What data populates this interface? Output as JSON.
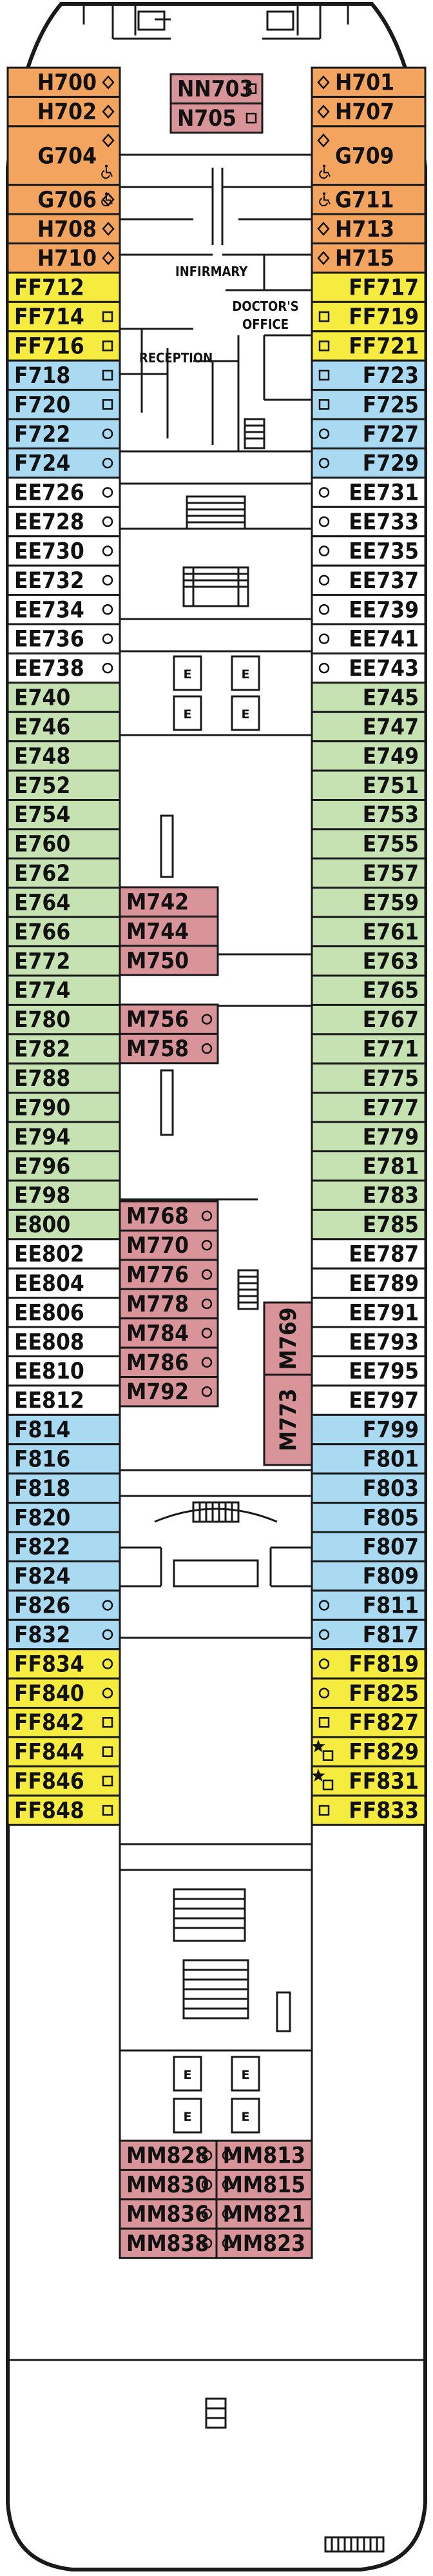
{
  "colors": {
    "orange": "#F3A45E",
    "yellow": "#F6EC3F",
    "blue": "#A9DAF2",
    "white": "#FFFFFF",
    "green": "#C6E2B3",
    "pink": "#D9949A",
    "line": "#1A1A1A"
  },
  "rooms": {
    "infirmary": "INFIRMARY",
    "doctors_office_line1": "DOCTOR'S",
    "doctors_office_line2": "OFFICE",
    "reception": "RECEPTION"
  },
  "elevator_label": "E",
  "cabins": {
    "left": [
      {
        "label": "H700",
        "cat": "orange",
        "icons": [
          "diamond"
        ],
        "rows": 1
      },
      {
        "label": "H702",
        "cat": "orange",
        "icons": [
          "diamond"
        ],
        "rows": 1
      },
      {
        "label": "G704",
        "cat": "orange",
        "icons": [
          "diamond",
          "wheelchair"
        ],
        "rows": 2
      },
      {
        "label": "G706",
        "cat": "orange",
        "icons": [
          "diamond",
          "wheelchair"
        ],
        "rows": 1
      },
      {
        "label": "H708",
        "cat": "orange",
        "icons": [
          "diamond"
        ],
        "rows": 1
      },
      {
        "label": "H710",
        "cat": "orange",
        "icons": [
          "diamond"
        ],
        "rows": 1
      },
      {
        "label": "FF712",
        "cat": "yellow",
        "icons": [],
        "rows": 1
      },
      {
        "label": "FF714",
        "cat": "yellow",
        "icons": [
          "square"
        ],
        "rows": 1
      },
      {
        "label": "FF716",
        "cat": "yellow",
        "icons": [
          "square"
        ],
        "rows": 1
      },
      {
        "label": "F718",
        "cat": "blue",
        "icons": [
          "square"
        ],
        "rows": 1
      },
      {
        "label": "F720",
        "cat": "blue",
        "icons": [
          "square"
        ],
        "rows": 1
      },
      {
        "label": "F722",
        "cat": "blue",
        "icons": [
          "circle"
        ],
        "rows": 1
      },
      {
        "label": "F724",
        "cat": "blue",
        "icons": [
          "circle"
        ],
        "rows": 1
      },
      {
        "label": "EE726",
        "cat": "white",
        "icons": [
          "circle"
        ],
        "rows": 1
      },
      {
        "label": "EE728",
        "cat": "white",
        "icons": [
          "circle"
        ],
        "rows": 1
      },
      {
        "label": "EE730",
        "cat": "white",
        "icons": [
          "circle"
        ],
        "rows": 1
      },
      {
        "label": "EE732",
        "cat": "white",
        "icons": [
          "circle"
        ],
        "rows": 1
      },
      {
        "label": "EE734",
        "cat": "white",
        "icons": [
          "circle"
        ],
        "rows": 1
      },
      {
        "label": "EE736",
        "cat": "white",
        "icons": [
          "circle"
        ],
        "rows": 1
      },
      {
        "label": "EE738",
        "cat": "white",
        "icons": [
          "circle"
        ],
        "rows": 1
      },
      {
        "label": "E740",
        "cat": "green",
        "icons": [],
        "rows": 1
      },
      {
        "label": "E746",
        "cat": "green",
        "icons": [],
        "rows": 1
      },
      {
        "label": "E748",
        "cat": "green",
        "icons": [],
        "rows": 1
      },
      {
        "label": "E752",
        "cat": "green",
        "icons": [],
        "rows": 1
      },
      {
        "label": "E754",
        "cat": "green",
        "icons": [],
        "rows": 1
      },
      {
        "label": "E760",
        "cat": "green",
        "icons": [],
        "rows": 1
      },
      {
        "label": "E762",
        "cat": "green",
        "icons": [],
        "rows": 1
      },
      {
        "label": "E764",
        "cat": "green",
        "icons": [],
        "rows": 1
      },
      {
        "label": "E766",
        "cat": "green",
        "icons": [],
        "rows": 1
      },
      {
        "label": "E772",
        "cat": "green",
        "icons": [],
        "rows": 1
      },
      {
        "label": "E774",
        "cat": "green",
        "icons": [],
        "rows": 1
      },
      {
        "label": "E780",
        "cat": "green",
        "icons": [],
        "rows": 1
      },
      {
        "label": "E782",
        "cat": "green",
        "icons": [],
        "rows": 1
      },
      {
        "label": "E788",
        "cat": "green",
        "icons": [],
        "rows": 1
      },
      {
        "label": "E790",
        "cat": "green",
        "icons": [],
        "rows": 1
      },
      {
        "label": "E794",
        "cat": "green",
        "icons": [],
        "rows": 1
      },
      {
        "label": "E796",
        "cat": "green",
        "icons": [],
        "rows": 1
      },
      {
        "label": "E798",
        "cat": "green",
        "icons": [],
        "rows": 1
      },
      {
        "label": "E800",
        "cat": "green",
        "icons": [],
        "rows": 1
      },
      {
        "label": "EE802",
        "cat": "white",
        "icons": [],
        "rows": 1
      },
      {
        "label": "EE804",
        "cat": "white",
        "icons": [],
        "rows": 1
      },
      {
        "label": "EE806",
        "cat": "white",
        "icons": [],
        "rows": 1
      },
      {
        "label": "EE808",
        "cat": "white",
        "icons": [],
        "rows": 1
      },
      {
        "label": "EE810",
        "cat": "white",
        "icons": [],
        "rows": 1
      },
      {
        "label": "EE812",
        "cat": "white",
        "icons": [],
        "rows": 1
      },
      {
        "label": "F814",
        "cat": "blue",
        "icons": [],
        "rows": 1
      },
      {
        "label": "F816",
        "cat": "blue",
        "icons": [],
        "rows": 1
      },
      {
        "label": "F818",
        "cat": "blue",
        "icons": [],
        "rows": 1
      },
      {
        "label": "F820",
        "cat": "blue",
        "icons": [],
        "rows": 1
      },
      {
        "label": "F822",
        "cat": "blue",
        "icons": [],
        "rows": 1
      },
      {
        "label": "F824",
        "cat": "blue",
        "icons": [],
        "rows": 1
      },
      {
        "label": "F826",
        "cat": "blue",
        "icons": [
          "circle"
        ],
        "rows": 1
      },
      {
        "label": "F832",
        "cat": "blue",
        "icons": [
          "circle"
        ],
        "rows": 1
      },
      {
        "label": "FF834",
        "cat": "yellow",
        "icons": [
          "circle"
        ],
        "rows": 1
      },
      {
        "label": "FF840",
        "cat": "yellow",
        "icons": [
          "circle"
        ],
        "rows": 1
      },
      {
        "label": "FF842",
        "cat": "yellow",
        "icons": [
          "square"
        ],
        "rows": 1
      },
      {
        "label": "FF844",
        "cat": "yellow",
        "icons": [
          "square"
        ],
        "rows": 1
      },
      {
        "label": "FF846",
        "cat": "yellow",
        "icons": [
          "square"
        ],
        "rows": 1
      },
      {
        "label": "FF848",
        "cat": "yellow",
        "icons": [
          "square"
        ],
        "rows": 1
      }
    ],
    "right": [
      {
        "label": "H701",
        "cat": "orange",
        "icons": [
          "diamond"
        ],
        "rows": 1
      },
      {
        "label": "H707",
        "cat": "orange",
        "icons": [
          "diamond"
        ],
        "rows": 1
      },
      {
        "label": "G709",
        "cat": "orange",
        "icons": [
          "diamond",
          "wheelchair"
        ],
        "rows": 2
      },
      {
        "label": "G711",
        "cat": "orange",
        "icons": [
          "wheelchair"
        ],
        "rows": 1
      },
      {
        "label": "H713",
        "cat": "orange",
        "icons": [
          "diamond"
        ],
        "rows": 1
      },
      {
        "label": "H715",
        "cat": "orange",
        "icons": [
          "diamond"
        ],
        "rows": 1
      },
      {
        "label": "FF717",
        "cat": "yellow",
        "icons": [],
        "rows": 1
      },
      {
        "label": "FF719",
        "cat": "yellow",
        "icons": [
          "square"
        ],
        "rows": 1
      },
      {
        "label": "FF721",
        "cat": "yellow",
        "icons": [
          "square"
        ],
        "rows": 1
      },
      {
        "label": "F723",
        "cat": "blue",
        "icons": [
          "square"
        ],
        "rows": 1
      },
      {
        "label": "F725",
        "cat": "blue",
        "icons": [
          "square"
        ],
        "rows": 1
      },
      {
        "label": "F727",
        "cat": "blue",
        "icons": [
          "circle"
        ],
        "rows": 1
      },
      {
        "label": "F729",
        "cat": "blue",
        "icons": [
          "circle"
        ],
        "rows": 1
      },
      {
        "label": "EE731",
        "cat": "white",
        "icons": [
          "circle"
        ],
        "rows": 1
      },
      {
        "label": "EE733",
        "cat": "white",
        "icons": [
          "circle"
        ],
        "rows": 1
      },
      {
        "label": "EE735",
        "cat": "white",
        "icons": [
          "circle"
        ],
        "rows": 1
      },
      {
        "label": "EE737",
        "cat": "white",
        "icons": [
          "circle"
        ],
        "rows": 1
      },
      {
        "label": "EE739",
        "cat": "white",
        "icons": [
          "circle"
        ],
        "rows": 1
      },
      {
        "label": "EE741",
        "cat": "white",
        "icons": [
          "circle"
        ],
        "rows": 1
      },
      {
        "label": "EE743",
        "cat": "white",
        "icons": [
          "circle"
        ],
        "rows": 1
      },
      {
        "label": "E745",
        "cat": "green",
        "icons": [],
        "rows": 1
      },
      {
        "label": "E747",
        "cat": "green",
        "icons": [],
        "rows": 1
      },
      {
        "label": "E749",
        "cat": "green",
        "icons": [],
        "rows": 1
      },
      {
        "label": "E751",
        "cat": "green",
        "icons": [],
        "rows": 1
      },
      {
        "label": "E753",
        "cat": "green",
        "icons": [],
        "rows": 1
      },
      {
        "label": "E755",
        "cat": "green",
        "icons": [],
        "rows": 1
      },
      {
        "label": "E757",
        "cat": "green",
        "icons": [],
        "rows": 1
      },
      {
        "label": "E759",
        "cat": "green",
        "icons": [],
        "rows": 1
      },
      {
        "label": "E761",
        "cat": "green",
        "icons": [],
        "rows": 1
      },
      {
        "label": "E763",
        "cat": "green",
        "icons": [],
        "rows": 1
      },
      {
        "label": "E765",
        "cat": "green",
        "icons": [],
        "rows": 1
      },
      {
        "label": "E767",
        "cat": "green",
        "icons": [],
        "rows": 1
      },
      {
        "label": "E771",
        "cat": "green",
        "icons": [],
        "rows": 1
      },
      {
        "label": "E775",
        "cat": "green",
        "icons": [],
        "rows": 1
      },
      {
        "label": "E777",
        "cat": "green",
        "icons": [],
        "rows": 1
      },
      {
        "label": "E779",
        "cat": "green",
        "icons": [],
        "rows": 1
      },
      {
        "label": "E781",
        "cat": "green",
        "icons": [],
        "rows": 1
      },
      {
        "label": "E783",
        "cat": "green",
        "icons": [],
        "rows": 1
      },
      {
        "label": "E785",
        "cat": "green",
        "icons": [],
        "rows": 1
      },
      {
        "label": "EE787",
        "cat": "white",
        "icons": [],
        "rows": 1
      },
      {
        "label": "EE789",
        "cat": "white",
        "icons": [],
        "rows": 1
      },
      {
        "label": "EE791",
        "cat": "white",
        "icons": [],
        "rows": 1
      },
      {
        "label": "EE793",
        "cat": "white",
        "icons": [],
        "rows": 1
      },
      {
        "label": "EE795",
        "cat": "white",
        "icons": [],
        "rows": 1
      },
      {
        "label": "EE797",
        "cat": "white",
        "icons": [],
        "rows": 1
      },
      {
        "label": "F799",
        "cat": "blue",
        "icons": [],
        "rows": 1
      },
      {
        "label": "F801",
        "cat": "blue",
        "icons": [],
        "rows": 1
      },
      {
        "label": "F803",
        "cat": "blue",
        "icons": [],
        "rows": 1
      },
      {
        "label": "F805",
        "cat": "blue",
        "icons": [],
        "rows": 1
      },
      {
        "label": "F807",
        "cat": "blue",
        "icons": [],
        "rows": 1
      },
      {
        "label": "F809",
        "cat": "blue",
        "icons": [],
        "rows": 1
      },
      {
        "label": "F811",
        "cat": "blue",
        "icons": [
          "circle"
        ],
        "rows": 1
      },
      {
        "label": "F817",
        "cat": "blue",
        "icons": [
          "circle"
        ],
        "rows": 1
      },
      {
        "label": "FF819",
        "cat": "yellow",
        "icons": [
          "circle"
        ],
        "rows": 1
      },
      {
        "label": "FF825",
        "cat": "yellow",
        "icons": [
          "circle"
        ],
        "rows": 1
      },
      {
        "label": "FF827",
        "cat": "yellow",
        "icons": [
          "square"
        ],
        "rows": 1
      },
      {
        "label": "FF829",
        "cat": "yellow",
        "icons": [
          "star",
          "square"
        ],
        "rows": 1
      },
      {
        "label": "FF831",
        "cat": "yellow",
        "icons": [
          "star",
          "square"
        ],
        "rows": 1
      },
      {
        "label": "FF833",
        "cat": "yellow",
        "icons": [
          "square"
        ],
        "rows": 1
      }
    ],
    "center_top": [
      {
        "label": "NN703",
        "cat": "pink",
        "icons": [
          "square"
        ]
      },
      {
        "label": "N705",
        "cat": "pink",
        "icons": [
          "square"
        ]
      }
    ],
    "inner_left_1": [
      {
        "label": "M742",
        "cat": "pink",
        "icons": []
      },
      {
        "label": "M744",
        "cat": "pink",
        "icons": []
      },
      {
        "label": "M750",
        "cat": "pink",
        "icons": []
      }
    ],
    "inner_left_2": [
      {
        "label": "M756",
        "cat": "pink",
        "icons": [
          "circle"
        ]
      },
      {
        "label": "M758",
        "cat": "pink",
        "icons": [
          "circle"
        ]
      }
    ],
    "inner_left_3": [
      {
        "label": "M768",
        "cat": "pink",
        "icons": [
          "circle"
        ]
      },
      {
        "label": "M770",
        "cat": "pink",
        "icons": [
          "circle"
        ]
      },
      {
        "label": "M776",
        "cat": "pink",
        "icons": [
          "circle"
        ]
      },
      {
        "label": "M778",
        "cat": "pink",
        "icons": [
          "circle"
        ]
      },
      {
        "label": "M784",
        "cat": "pink",
        "icons": [
          "circle"
        ]
      },
      {
        "label": "M786",
        "cat": "pink",
        "icons": [
          "circle"
        ]
      },
      {
        "label": "M792",
        "cat": "pink",
        "icons": [
          "circle"
        ]
      }
    ],
    "inner_vertical": [
      {
        "label": "M769",
        "cat": "pink",
        "icons": []
      },
      {
        "label": "M773",
        "cat": "pink",
        "icons": []
      }
    ],
    "inner_bottom_left": [
      {
        "label": "MM828",
        "cat": "pink",
        "icons": [
          "circle"
        ]
      },
      {
        "label": "MM830",
        "cat": "pink",
        "icons": [
          "circle"
        ]
      },
      {
        "label": "MM836",
        "cat": "pink",
        "icons": [
          "circle"
        ]
      },
      {
        "label": "MM838",
        "cat": "pink",
        "icons": [
          "circle"
        ]
      }
    ],
    "inner_bottom_right": [
      {
        "label": "MM813",
        "cat": "pink",
        "icons": [
          "circle"
        ]
      },
      {
        "label": "MM815",
        "cat": "pink",
        "icons": [
          "circle"
        ]
      },
      {
        "label": "MM821",
        "cat": "pink",
        "icons": [
          "circle"
        ]
      },
      {
        "label": "MM823",
        "cat": "pink",
        "icons": [
          "circle"
        ]
      }
    ]
  }
}
